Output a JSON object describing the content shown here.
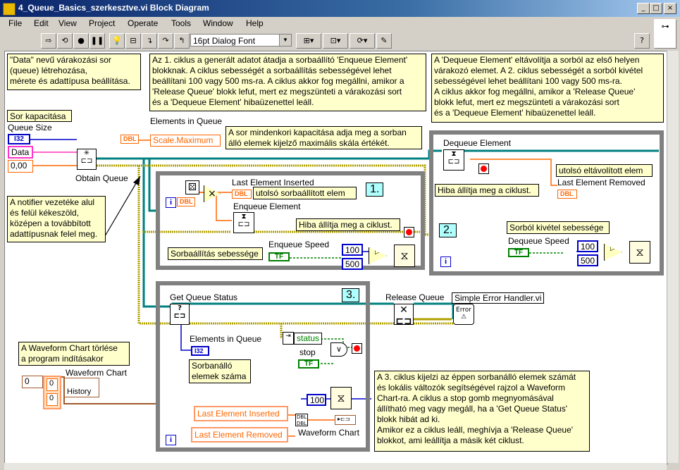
{
  "window": {
    "title": "4_Queue_Basics_szerkesztve.vi Block Diagram",
    "controls": {
      "minimize": "_",
      "maximize": "□",
      "close": "×"
    }
  },
  "menu": [
    {
      "label": "File"
    },
    {
      "label": "Edit"
    },
    {
      "label": "View"
    },
    {
      "label": "Project"
    },
    {
      "label": "Operate"
    },
    {
      "label": "Tools"
    },
    {
      "label": "Window"
    },
    {
      "label": "Help"
    }
  ],
  "toolbar": {
    "font": "16pt Dialog Font",
    "help": "?"
  },
  "notes": {
    "data_note": "\"Data\" nevű várakozási sor\n(queue) létrehozása,\nmérete és adattípusa beállítása.",
    "loop1_note": "Az 1. ciklus a generált adatot átadja a sorbaállító 'Enqueue Element'\nblokknak. A ciklus sebességét a sorbaállítás sebességével lehet\nbeállítani 100 vagy 500 ms-ra. A ciklus akkor fog megállni, amikor a\n'Release Queue' blokk lefut, mert ez megszünteti a várakozási sort\nés a 'Dequeue Element' hibaüzenettel leáll.",
    "loop2_note": "A 'Dequeue Element' eltávolítja a sorból az első helyen\nvárakozó elemet. A 2. ciklus sebességét a sorból kivétel\nsebességével lehet beállítani 100 vagy 500 ms-ra.\nA ciklus akkor fog megállni, amikor a 'Release Queue'\nblokk lefut, mert ez megszünteti a várakozási sort\nés a 'Dequeue Element' hibaüzenettel leáll.",
    "capacity_note": "Sor kapacitása",
    "scale_note": "A sor mindenkori kapacitása adja meg a sorban\nálló elemek kijelző maximális skála értékét.",
    "notifier_note": "A notifier vezetéke alul\nés felül kékeszöld,\nközépen a továbbított\nadattípusnak felel meg.",
    "last_inserted_note": "utolsó sorbaállított elem",
    "loop1_error_note": "Hiba állítja meg a ciklust.",
    "enqueue_speed_note": "Sorbaállítás sebessége",
    "loop2_error_note": "Hiba állítja meg a ciklust.",
    "last_removed_note": "utolsó eltávolított elem",
    "dequeue_speed_note": "Sorból kivétel sebessége",
    "queued_count_note": "Sorbanálló\nelemek száma",
    "chart_reset_note": "A Waveform Chart törlése\na program indításakor",
    "loop3_note": "A 3. ciklus kijelzi az éppen sorbanálló elemek számát\nés lokális változók segítségével rajzol a Waveform\nChart-ra. A ciklus a stop gomb megnyomásával\nállítható meg vagy megáll, ha a 'Get Queue Status'\nblokk hibát ad ki.\nAmikor ez a ciklus leáll, meghívja a 'Release Queue'\nblokkot, ami leállítja a másik két ciklust."
  },
  "labels": {
    "queue_size": "Queue Size",
    "obtain_queue": "Obtain Queue",
    "elements_in_queue_top": "Elements in Queue",
    "scale_maximum": "Scale.Maximum",
    "last_element_inserted": "Last Element Inserted",
    "enqueue_element": "Enqueue Element",
    "enqueue_speed": "Enqueue Speed",
    "dequeue_element": "Dequeue Element",
    "last_element_removed": "Last Element Removed",
    "dequeue_speed": "Dequeue Speed",
    "get_queue_status": "Get Queue Status",
    "elements_in_queue": "Elements in Queue",
    "status": "status",
    "stop": "stop",
    "release_queue": "Release Queue",
    "simple_error_handler": "Simple Error Handler.vi",
    "waveform_chart": "Waveform Chart",
    "waveform_chart_bottom": "Waveform Chart",
    "history": "History",
    "li_local": "Last Element Inserted",
    "lr_local": "Last Element Removed"
  },
  "constants": {
    "i32": "I32",
    "data": "Data",
    "zero": "0,00",
    "dbl": "DBL",
    "val100_a": "100",
    "val500_a": "500",
    "val100_b": "100",
    "val500_b": "500",
    "val100_c": "100",
    "tf": "TF",
    "array_index": "0",
    "array_v1": "0",
    "array_v2": "0",
    "ldbl": "DBL",
    "i32_small": "I32",
    "iter": "i",
    "error": "Error"
  },
  "loops": {
    "loop1": "1.",
    "loop2": "2.",
    "loop3": "3."
  }
}
